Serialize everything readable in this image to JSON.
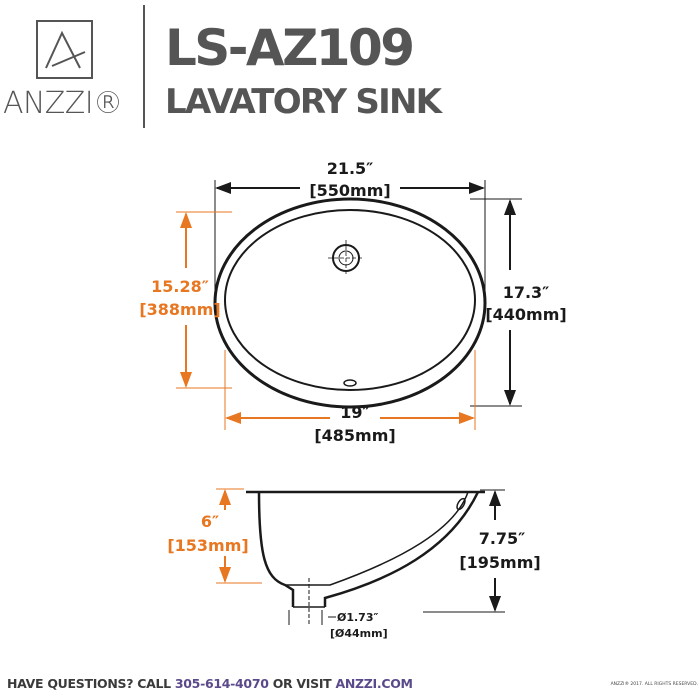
{
  "brand": {
    "logo_text": "ANZZI®"
  },
  "header": {
    "model": "LS-AZ109",
    "product": "LAVATORY SINK"
  },
  "top_view": {
    "overall_width": {
      "in": "21.5″",
      "mm": "[550mm]"
    },
    "overall_depth": {
      "in": "17.3″",
      "mm": "[440mm]"
    },
    "basin_depth": {
      "in": "15.28″",
      "mm": "[388mm]"
    },
    "basin_width": {
      "in": "19″",
      "mm": "[485mm]"
    }
  },
  "side_view": {
    "bowl_depth": {
      "in": "6″",
      "mm": "[153mm]"
    },
    "total_height": {
      "in": "7.75″",
      "mm": "[195mm]"
    },
    "drain_diameter": {
      "in": "Ø1.73″",
      "mm": "[Ø44mm]"
    }
  },
  "footer": {
    "prefix": "HAVE QUESTIONS? CALL ",
    "phone": "305-614-4070",
    "middle": " OR VISIT ",
    "website": "ANZZI.COM",
    "copyright": "ANZZI® 2017. ALL RIGHTS RESERVED."
  },
  "colors": {
    "text": "#555555",
    "accent": "#e87722",
    "link": "#5b4a8b",
    "line": "#1a1a1a"
  }
}
